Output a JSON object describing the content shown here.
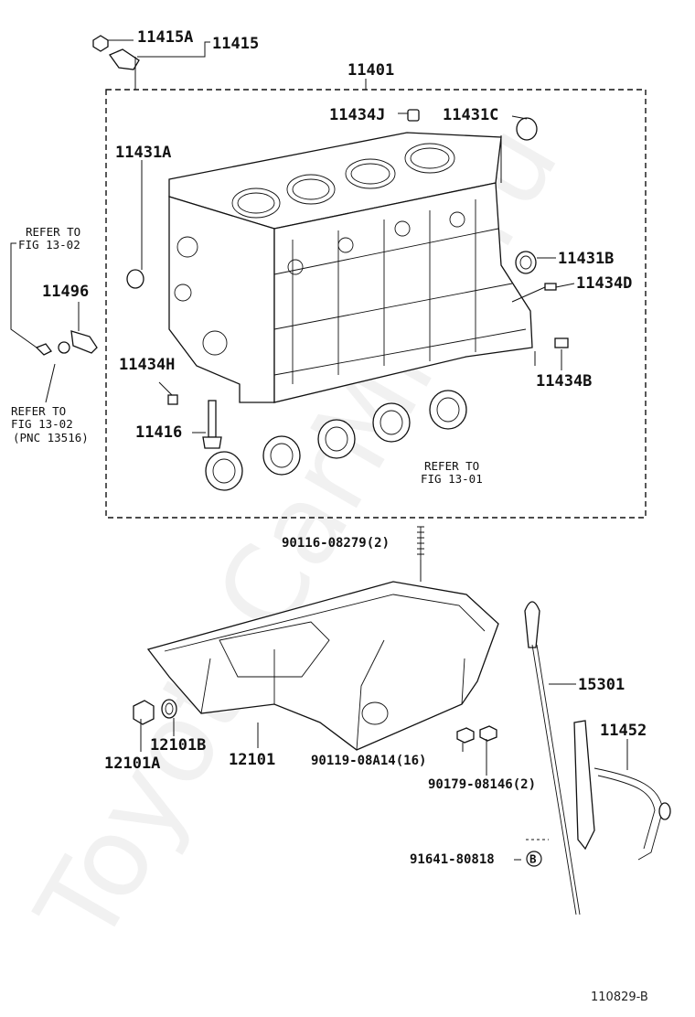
{
  "watermark": "ToyotaCarMile.ru",
  "figure_id": "110829-B",
  "labels": {
    "p11415A": "11415A",
    "p11415": "11415",
    "p11401": "11401",
    "p11434J": "11434J",
    "p11431C": "11431C",
    "p11431A": "11431A",
    "p11431B": "11431B",
    "p11434D": "11434D",
    "p11496": "11496",
    "p11434H": "11434H",
    "p11434B": "11434B",
    "p11416": "11416",
    "p90116": "90116-08279(2)",
    "p15301": "15301",
    "p11452": "11452",
    "p12101B": "12101B",
    "p12101A": "12101A",
    "p12101": "12101",
    "p90119": "90119-08A14(16)",
    "p90179": "90179-08146(2)",
    "p91641": "91641-80818"
  },
  "refs": {
    "ref1_line1": "REFER TO",
    "ref1_line2": "FIG 13-02",
    "ref2_line1": "REFER TO",
    "ref2_line2": "FIG 13-02",
    "ref2_line3": "(PNC 13516)",
    "ref3_line1": "REFER TO",
    "ref3_line2": "FIG 13-01"
  },
  "markers": {
    "b_marker": "B"
  }
}
